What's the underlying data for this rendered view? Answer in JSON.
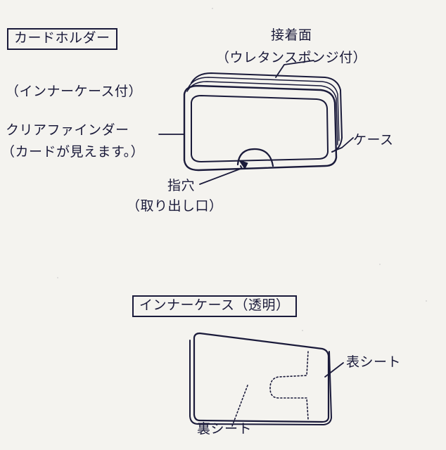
{
  "card_holder": {
    "title": "カードホルダー",
    "labels": {
      "adhesive_surface": "接着面",
      "adhesive_note": "（ウレタンスポンジ付）",
      "inner_case_note": "（インナーケース付）",
      "clear_finder": "クリアファインダー",
      "clear_finder_note": "（カードが見えます。）",
      "case": "ケース",
      "finger_hole": "指穴",
      "finger_hole_note": "（取り出し口）"
    }
  },
  "inner_case": {
    "title": "インナーケース（透明）",
    "labels": {
      "front_sheet": "表シート",
      "back_sheet": "裏シート"
    }
  },
  "colors": {
    "ink": "#1a1a3a",
    "paper": "#f4f3ef"
  }
}
